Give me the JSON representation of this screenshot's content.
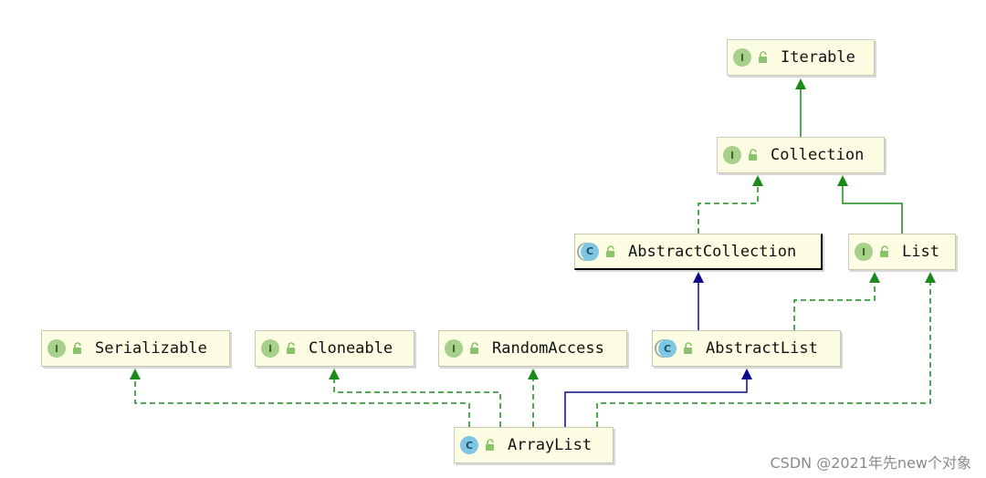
{
  "nodes": {
    "iterable": {
      "name": "Iterable",
      "kind": "I"
    },
    "collection": {
      "name": "Collection",
      "kind": "I"
    },
    "abstract_collection": {
      "name": "AbstractCollection",
      "kind": "C"
    },
    "list": {
      "name": "List",
      "kind": "I"
    },
    "serializable": {
      "name": "Serializable",
      "kind": "I"
    },
    "cloneable": {
      "name": "Cloneable",
      "kind": "I"
    },
    "random_access": {
      "name": "RandomAccess",
      "kind": "I"
    },
    "abstract_list": {
      "name": "AbstractList",
      "kind": "C"
    },
    "array_list": {
      "name": "ArrayList",
      "kind": "C"
    }
  },
  "edges": [
    {
      "from": "collection",
      "to": "iterable",
      "type": "extends"
    },
    {
      "from": "abstract_collection",
      "to": "collection",
      "type": "implements"
    },
    {
      "from": "list",
      "to": "collection",
      "type": "extends"
    },
    {
      "from": "abstract_list",
      "to": "abstract_collection",
      "type": "extends"
    },
    {
      "from": "abstract_list",
      "to": "list",
      "type": "implements"
    },
    {
      "from": "array_list",
      "to": "serializable",
      "type": "implements"
    },
    {
      "from": "array_list",
      "to": "cloneable",
      "type": "implements"
    },
    {
      "from": "array_list",
      "to": "random_access",
      "type": "implements"
    },
    {
      "from": "array_list",
      "to": "abstract_list",
      "type": "extends"
    },
    {
      "from": "array_list",
      "to": "list",
      "type": "implements"
    }
  ],
  "colors": {
    "interface_edge": "#1b8a1b",
    "class_edge": "#0a0a8a",
    "interface_badge": "#a8d08d",
    "class_badge": "#7fc6e3"
  },
  "watermark": "CSDN @2021年先new个对象"
}
